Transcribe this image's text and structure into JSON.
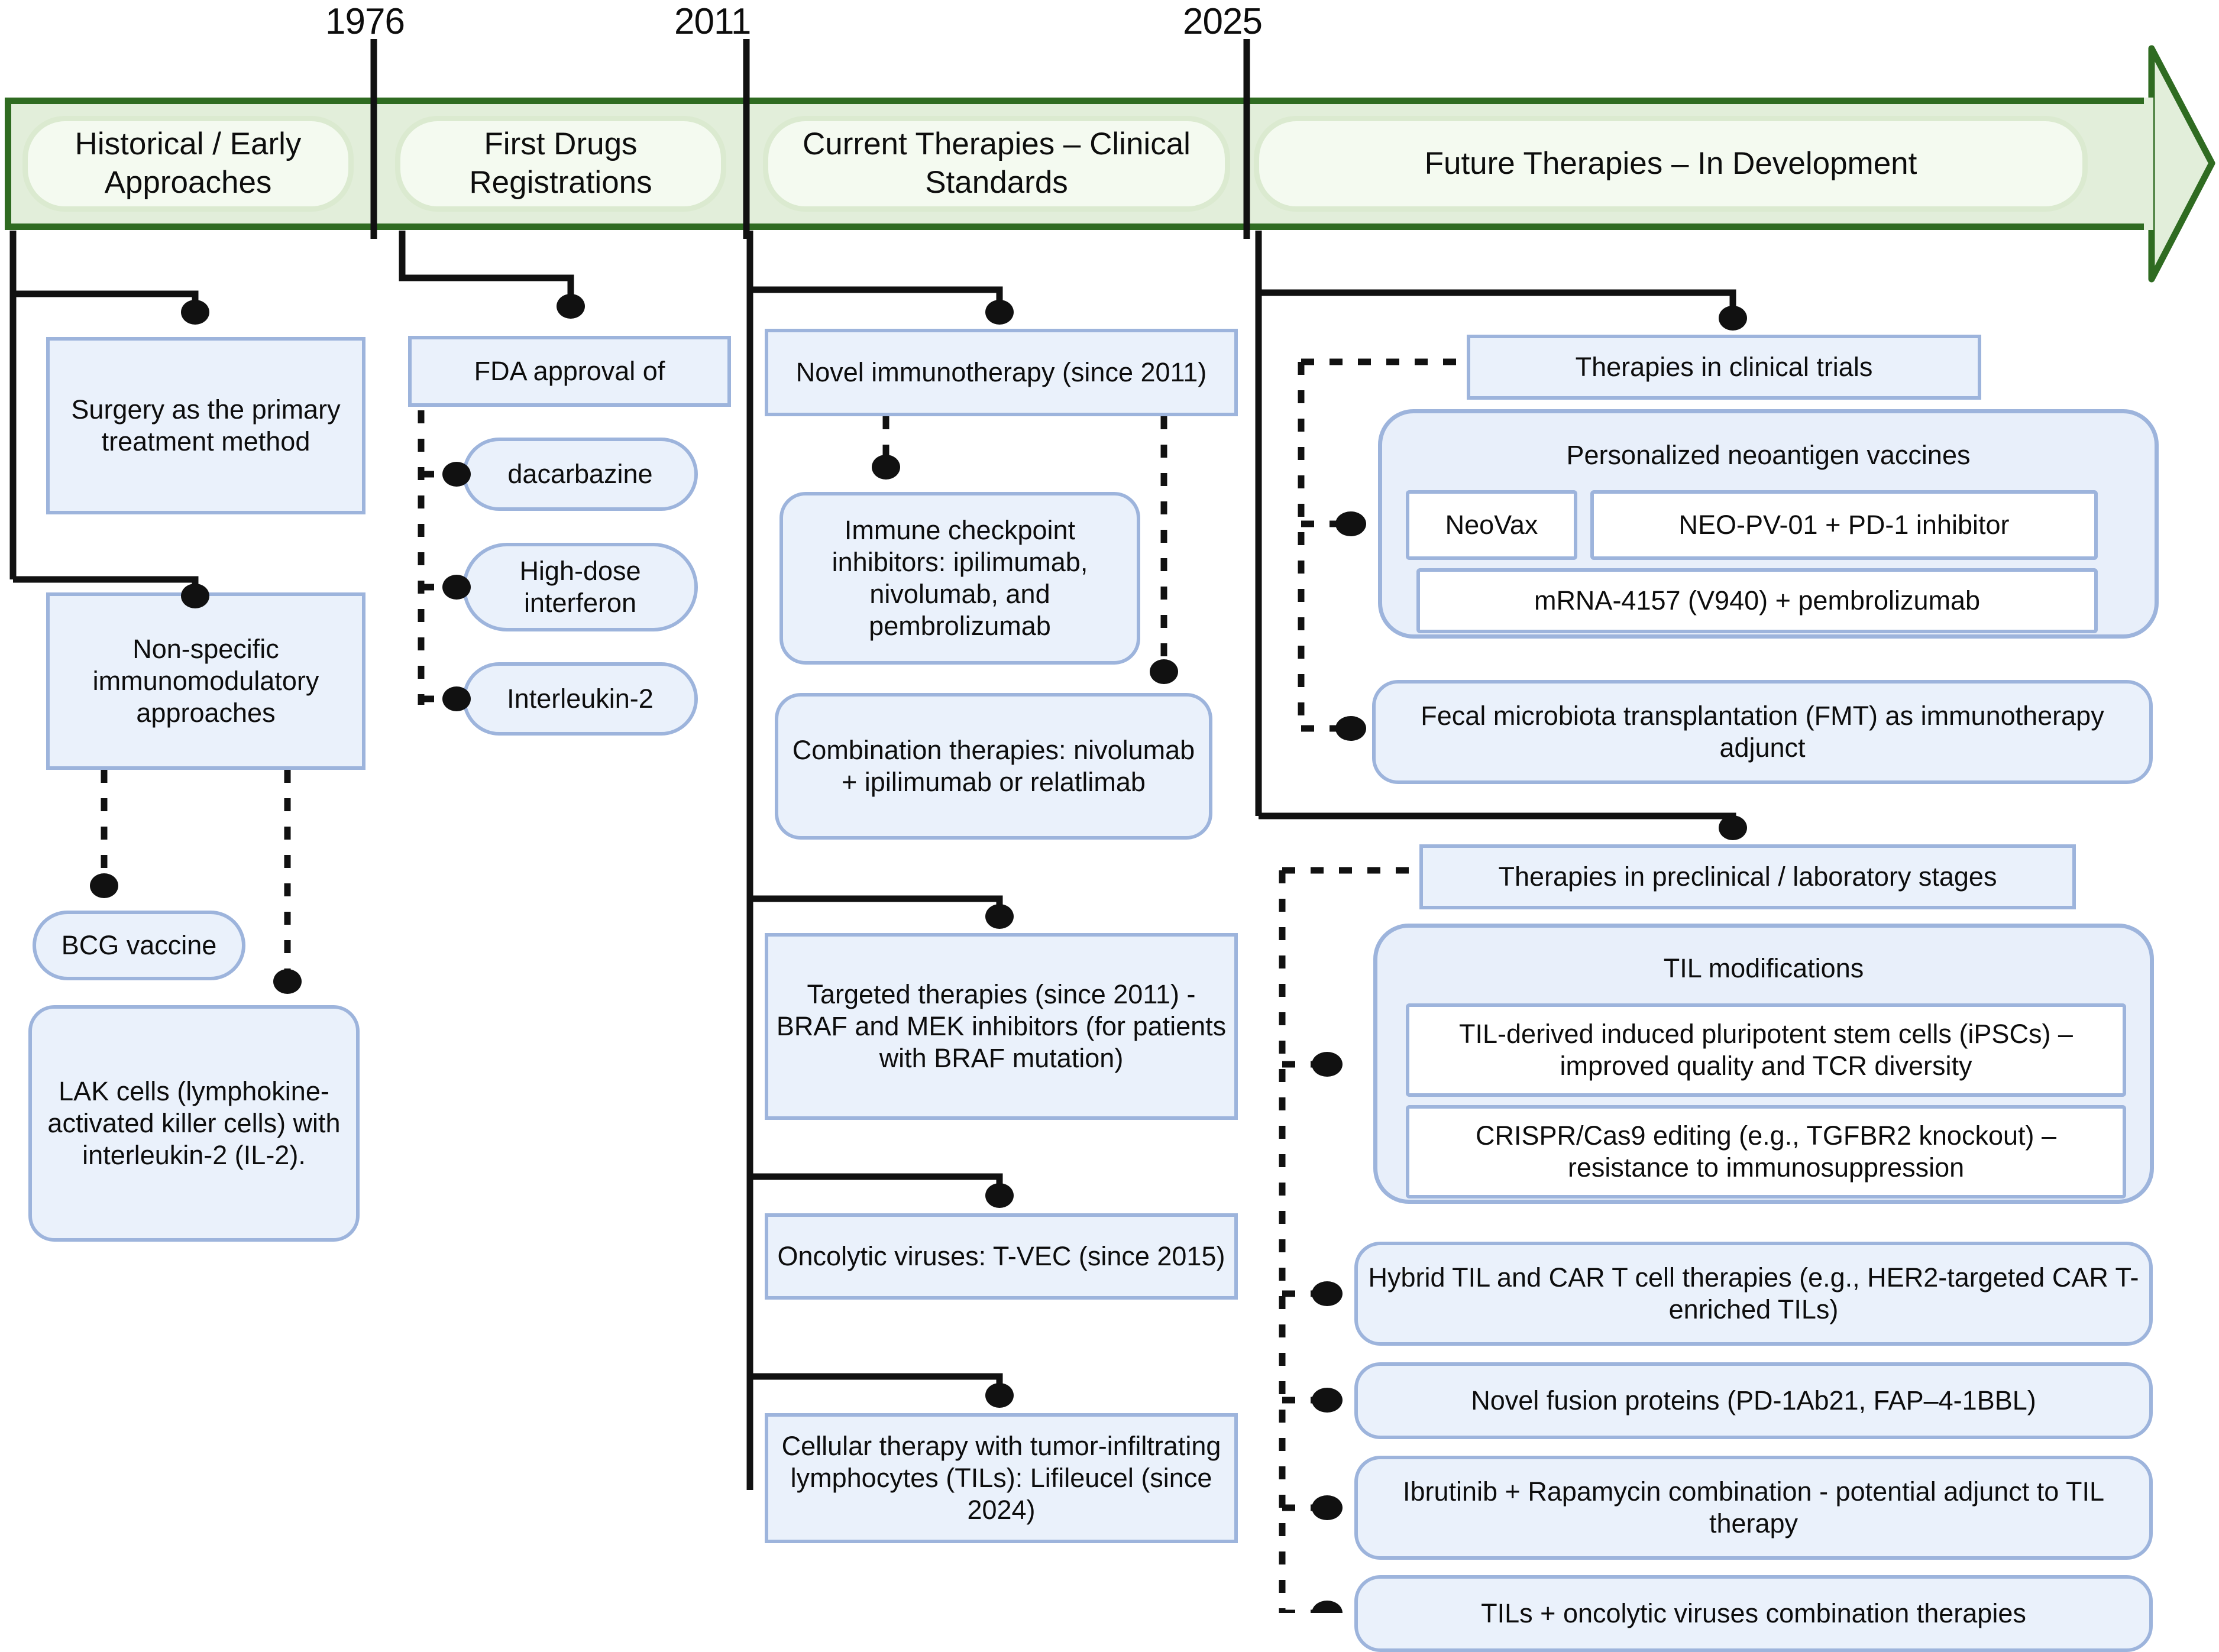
{
  "timeline": {
    "years": [
      "1976",
      "2011",
      "2025"
    ],
    "phases": [
      {
        "label": "Historical / Early Approaches"
      },
      {
        "label": "First Drugs Registrations"
      },
      {
        "label": "Current Therapies – Clinical Standards"
      },
      {
        "label": "Future Therapies – In Development"
      }
    ],
    "colors": {
      "band_fill": "#e2eeda",
      "band_border": "#2f6b21",
      "pill_fill": "#f4faf0",
      "pill_border": "#dbead0"
    }
  },
  "colors": {
    "node_fill": "#eaf1fb",
    "node_border": "#9db4dc",
    "group_fill": "#e8effa",
    "sub_fill": "#ffffff",
    "connector": "#111111"
  },
  "columns": {
    "historical": {
      "nodes": [
        {
          "text": "Surgery as the primary treatment method"
        },
        {
          "text": "Non-specific immunomodulatory approaches"
        },
        {
          "text": "BCG vaccine"
        },
        {
          "text": "LAK cells (lymphokine-activated killer cells) with interleukin-2 (IL-2)."
        }
      ]
    },
    "first_drugs": {
      "header": {
        "text": "FDA approval of"
      },
      "nodes": [
        {
          "text": "dacarbazine"
        },
        {
          "text": "High-dose interferon"
        },
        {
          "text": "Interleukin-2"
        }
      ]
    },
    "current": {
      "nodes": [
        {
          "text": "Novel immunotherapy (since 2011)"
        },
        {
          "text": "Immune checkpoint inhibitors: ipilimumab, nivolumab, and pembrolizumab"
        },
        {
          "text": "Combination therapies: nivolumab + ipilimumab or relatlimab"
        },
        {
          "text": "Targeted therapies (since 2011) - BRAF and MEK inhibitors (for patients with BRAF mutation)"
        },
        {
          "text": "Oncolytic viruses: T-VEC (since 2015)"
        },
        {
          "text": "Cellular therapy with tumor-infiltrating lymphocytes (TILs): Lifileucel (since 2024)"
        }
      ]
    },
    "future": {
      "clinical_trials": {
        "header": {
          "text": "Therapies in clinical trials"
        },
        "vaccine_group": {
          "title": "Personalized neoantigen vaccines",
          "items": [
            {
              "text": "NeoVax"
            },
            {
              "text": "NEO-PV-01 + PD-1 inhibitor"
            },
            {
              "text": "mRNA-4157 (V940) + pembrolizumab"
            }
          ]
        },
        "fmt": {
          "text": "Fecal microbiota transplantation (FMT) as immunotherapy adjunct"
        }
      },
      "preclinical": {
        "header": {
          "text": "Therapies in preclinical / laboratory stages"
        },
        "til_group": {
          "title": "TIL modifications",
          "items": [
            {
              "text": "TIL-derived induced pluripotent stem cells (iPSCs) – improved quality and TCR diversity"
            },
            {
              "text": "CRISPR/Cas9 editing (e.g., TGFBR2 knockout) – resistance to immunosuppression"
            }
          ]
        },
        "nodes": [
          {
            "text": "Hybrid TIL and CAR T cell therapies (e.g., HER2-targeted CAR T-enriched TILs)"
          },
          {
            "text": "Novel fusion proteins (PD-1Ab21, FAP–4-1BBL)"
          },
          {
            "text": "Ibrutinib + Rapamycin combination - potential adjunct to TIL therapy"
          },
          {
            "text": "TILs + oncolytic viruses combination therapies"
          }
        ]
      }
    }
  }
}
